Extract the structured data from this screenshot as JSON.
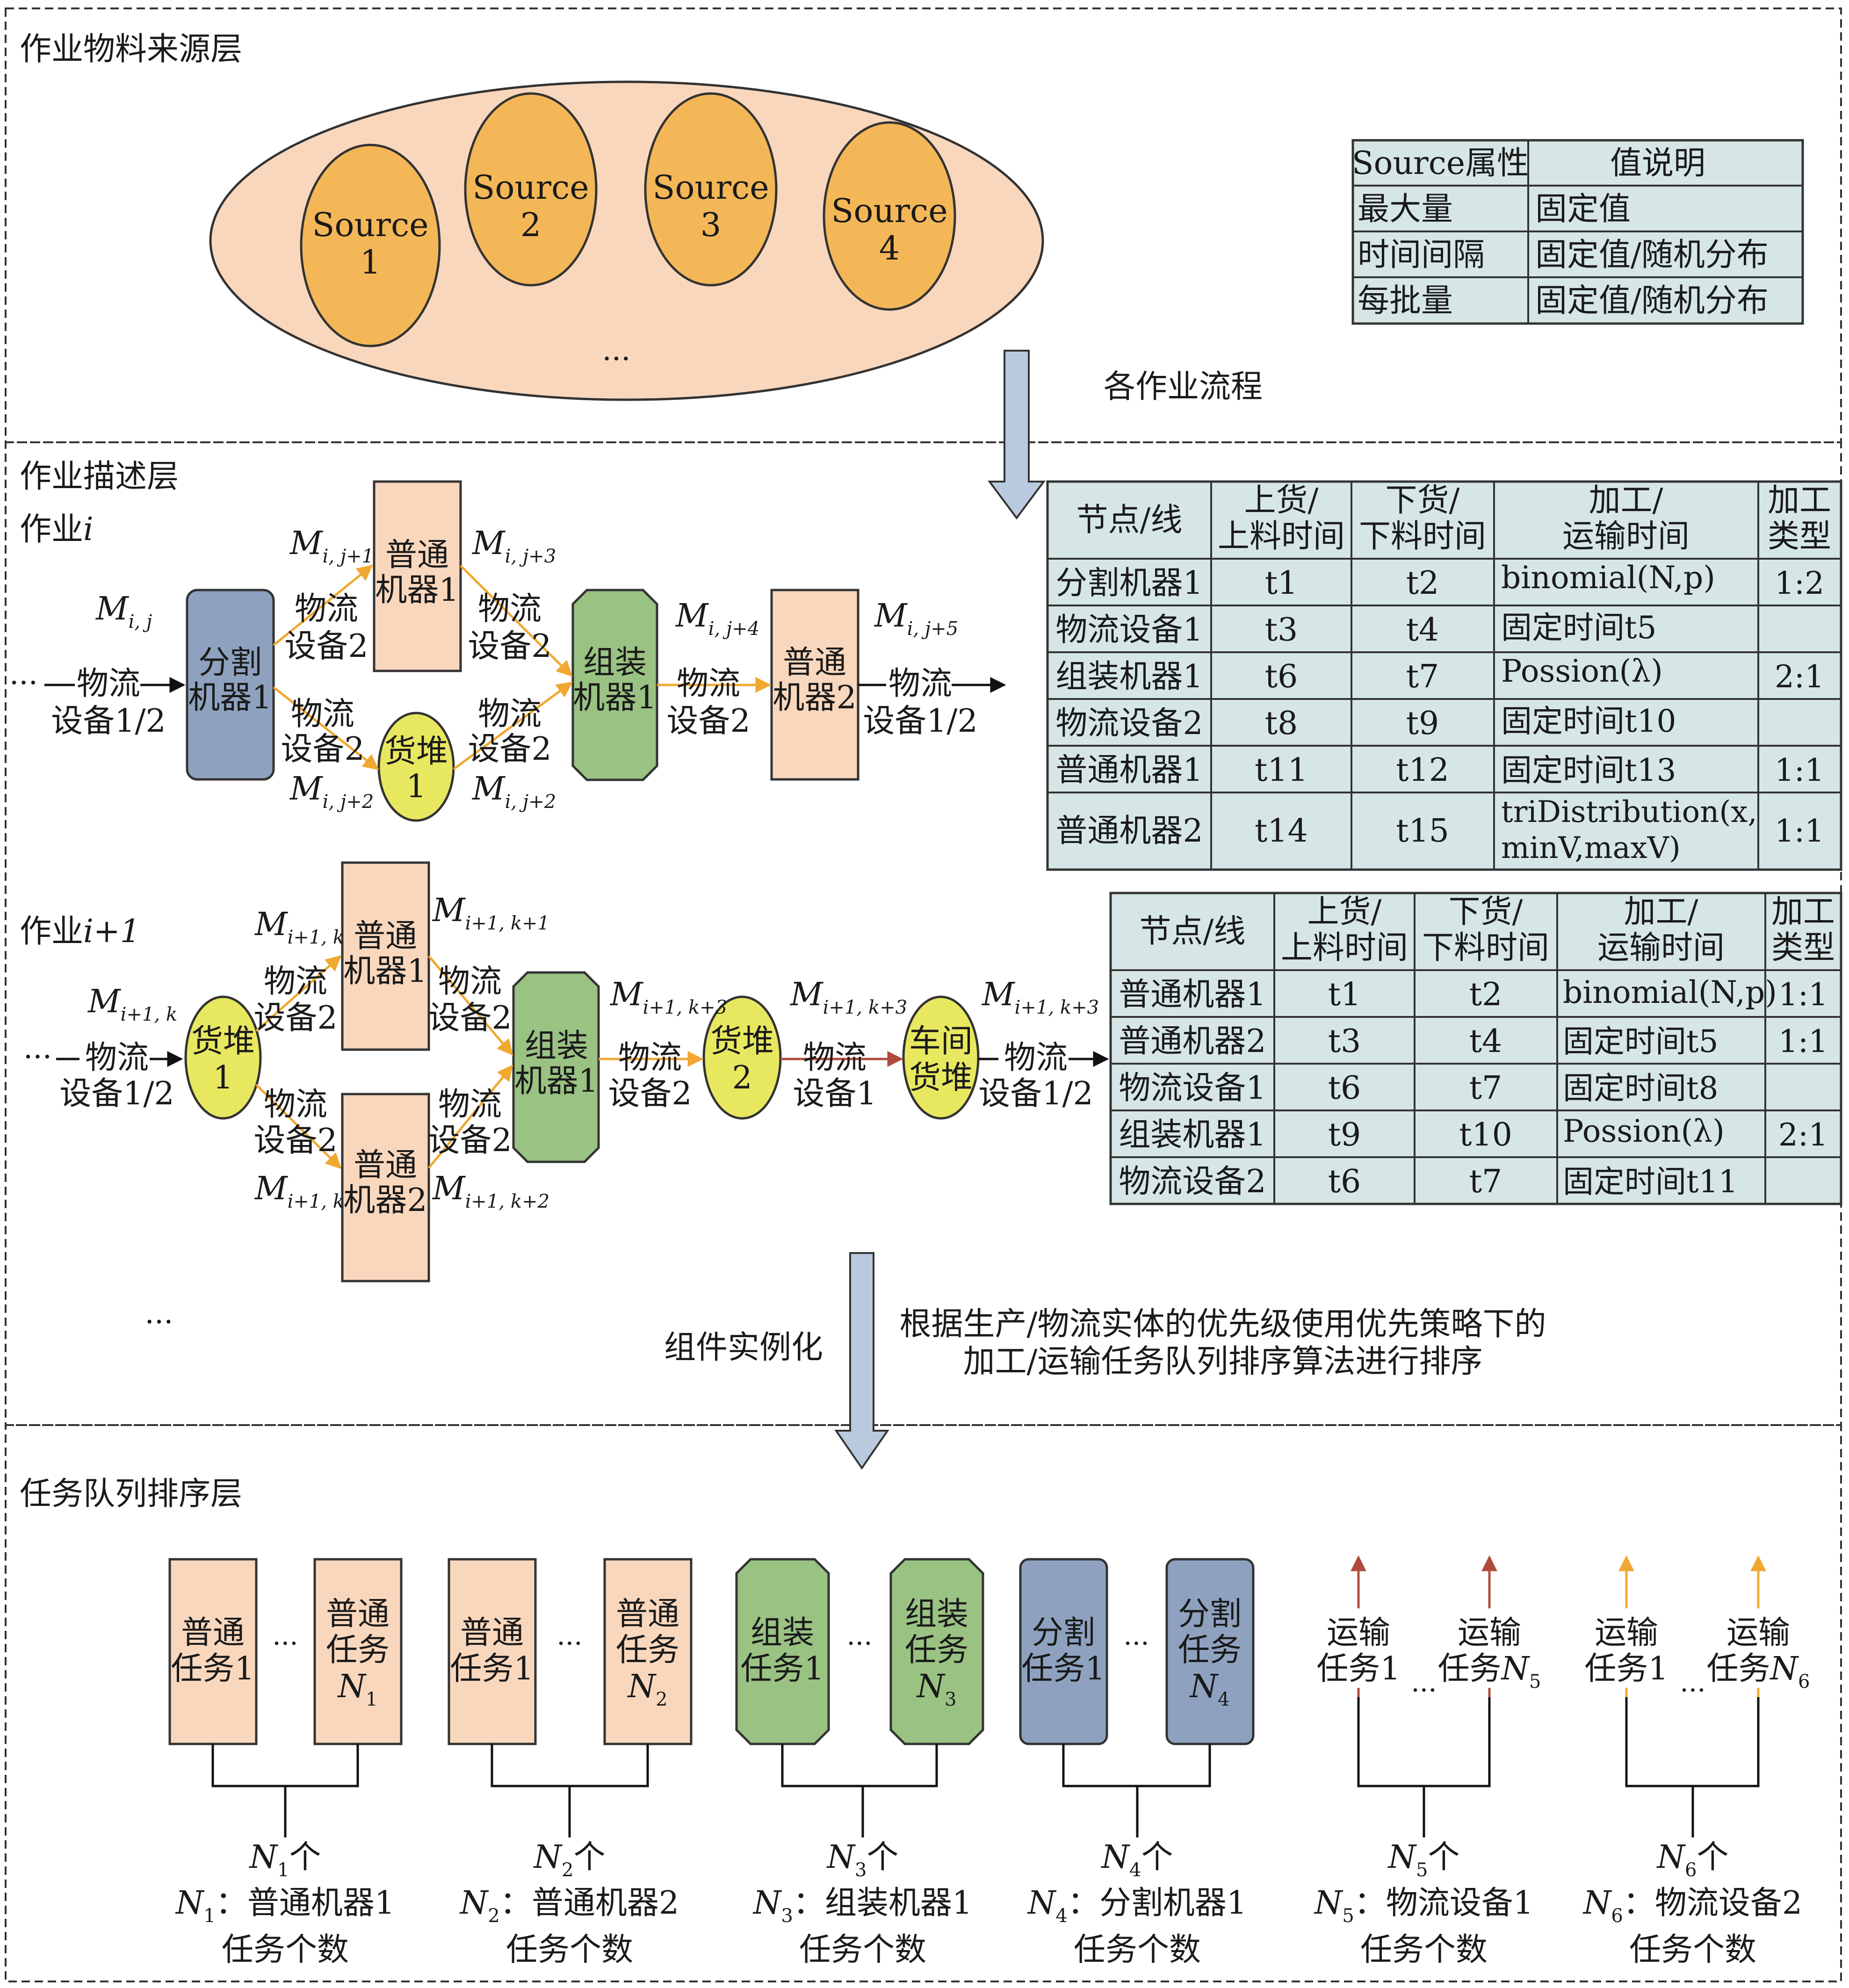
{
  "layers": {
    "source_layer": {
      "title": "作业物料来源层"
    },
    "job_layer": {
      "title": "作业描述层"
    },
    "queue_layer": {
      "title": "任务队列排序层"
    }
  },
  "sources": [
    {
      "label": "Source",
      "num": "1"
    },
    {
      "label": "Source",
      "num": "2"
    },
    {
      "label": "Source",
      "num": "3"
    },
    {
      "label": "Source",
      "num": "4"
    }
  ],
  "sources_more": "...",
  "source_table": {
    "headers": [
      "Source属性",
      "值说明"
    ],
    "rows": [
      [
        "最大量",
        "固定值"
      ],
      [
        "时间间隔",
        "固定值/随机分布"
      ],
      [
        "每批量",
        "固定值/随机分布"
      ]
    ]
  },
  "arrows": {
    "to_job_layer": "各作业流程",
    "to_queue_layer": "组件实例化",
    "sorting_note_line1": "根据生产/物流实体的优先级使用优先策略下的",
    "sorting_note_line2": "加工/运输任务队列排序算法进行排序"
  },
  "job_i": {
    "title": "作业",
    "title_var": "i",
    "in_dots": "···",
    "in_label": [
      "物流",
      "设备1/2"
    ],
    "out_label": [
      "物流",
      "设备1/2"
    ],
    "nodes": {
      "split": [
        "分割",
        "机器1"
      ],
      "normal1": [
        "普通",
        "机器1"
      ],
      "pile1": [
        "货堆",
        "1"
      ],
      "assemble": [
        "组装",
        "机器1"
      ],
      "normal2": [
        "普通",
        "机器2"
      ]
    },
    "edge_label": [
      "物流",
      "设备2"
    ],
    "materials": {
      "m_in": {
        "var": "M",
        "sub": "i, j"
      },
      "m_up": {
        "var": "M",
        "sub": "i, j+1"
      },
      "m_up2": {
        "var": "M",
        "sub": "i, j+3"
      },
      "m_low": {
        "var": "M",
        "sub": "i, j+2"
      },
      "m_low2": {
        "var": "M",
        "sub": "i, j+2"
      },
      "m_mid": {
        "var": "M",
        "sub": "i, j+4"
      },
      "m_out": {
        "var": "M",
        "sub": "i, j+5"
      }
    }
  },
  "job_i1": {
    "title": "作业",
    "title_var": "i+1",
    "in_dots": "···",
    "in_label": [
      "物流",
      "设备1/2"
    ],
    "out_label": [
      "物流",
      "设备1/2"
    ],
    "nodes": {
      "pile1": [
        "货堆",
        "1"
      ],
      "normal1": [
        "普通",
        "机器1"
      ],
      "normal2": [
        "普通",
        "机器2"
      ],
      "assemble": [
        "组装",
        "机器1"
      ],
      "pile2": [
        "货堆",
        "2"
      ],
      "workshop": [
        "车间",
        "货堆"
      ]
    },
    "edge_label": [
      "物流",
      "设备2"
    ],
    "edge_label_dev1": [
      "物流",
      "设备1"
    ],
    "materials": {
      "m_in": {
        "var": "M",
        "sub": "i+1, k"
      },
      "m_up": {
        "var": "M",
        "sub": "i+1, k"
      },
      "m_up2": {
        "var": "M",
        "sub": "i+1, k+1"
      },
      "m_low": {
        "var": "M",
        "sub": "i+1, k"
      },
      "m_low2": {
        "var": "M",
        "sub": "i+1, k+2"
      },
      "m_a": {
        "var": "M",
        "sub": "i+1, k+3"
      },
      "m_b": {
        "var": "M",
        "sub": "i+1, k+3"
      },
      "m_c": {
        "var": "M",
        "sub": "i+1, k+3"
      }
    }
  },
  "more_jobs": "...",
  "table_i": {
    "headers": [
      [
        "节点/线"
      ],
      [
        "上货/",
        "上料时间"
      ],
      [
        "下货/",
        "下料时间"
      ],
      [
        "加工/",
        "运输时间"
      ],
      [
        "加工",
        "类型"
      ]
    ],
    "rows": [
      [
        [
          "分割机器1"
        ],
        [
          "t1"
        ],
        [
          "t2"
        ],
        [
          "binomial(N,p)"
        ],
        [
          "1:2"
        ]
      ],
      [
        [
          "物流设备1"
        ],
        [
          "t3"
        ],
        [
          "t4"
        ],
        [
          "固定时间t5"
        ],
        [
          ""
        ]
      ],
      [
        [
          "组装机器1"
        ],
        [
          "t6"
        ],
        [
          "t7"
        ],
        [
          "Possion(λ)"
        ],
        [
          "2:1"
        ]
      ],
      [
        [
          "物流设备2"
        ],
        [
          "t8"
        ],
        [
          "t9"
        ],
        [
          "固定时间t10"
        ],
        [
          ""
        ]
      ],
      [
        [
          "普通机器1"
        ],
        [
          "t11"
        ],
        [
          "t12"
        ],
        [
          "固定时间t13"
        ],
        [
          "1:1"
        ]
      ],
      [
        [
          "普通机器2"
        ],
        [
          "t14"
        ],
        [
          "t15"
        ],
        [
          "triDistribution(x,",
          "minV,maxV)"
        ],
        [
          "1:1"
        ]
      ]
    ]
  },
  "table_i1": {
    "headers": [
      [
        "节点/线"
      ],
      [
        "上货/",
        "上料时间"
      ],
      [
        "下货/",
        "下料时间"
      ],
      [
        "加工/",
        "运输时间"
      ],
      [
        "加工",
        "类型"
      ]
    ],
    "rows": [
      [
        [
          "普通机器1"
        ],
        [
          "t1"
        ],
        [
          "t2"
        ],
        [
          "binomial(N,p)"
        ],
        [
          "1:1"
        ]
      ],
      [
        [
          "普通机器2"
        ],
        [
          "t3"
        ],
        [
          "t4"
        ],
        [
          "固定时间t5"
        ],
        [
          "1:1"
        ]
      ],
      [
        [
          "物流设备1"
        ],
        [
          "t6"
        ],
        [
          "t7"
        ],
        [
          "固定时间t8"
        ],
        [
          ""
        ]
      ],
      [
        [
          "组装机器1"
        ],
        [
          "t9"
        ],
        [
          "t10"
        ],
        [
          "Possion(λ)"
        ],
        [
          "2:1"
        ]
      ],
      [
        [
          "物流设备2"
        ],
        [
          "t6"
        ],
        [
          "t7"
        ],
        [
          "固定时间t11"
        ],
        [
          ""
        ]
      ]
    ]
  },
  "queues": [
    {
      "kind": "normal",
      "first": [
        "普通",
        "任务1"
      ],
      "last": [
        "普通",
        "任务"
      ],
      "last_var": "N",
      "last_sub": "1",
      "dots": "···",
      "count_var": "N",
      "count_sub": "1",
      "count_suffix": "个",
      "desc_prefix": "：",
      "desc": "普通机器1",
      "desc2": "任务个数"
    },
    {
      "kind": "normal",
      "first": [
        "普通",
        "任务1"
      ],
      "last": [
        "普通",
        "任务"
      ],
      "last_var": "N",
      "last_sub": "2",
      "dots": "···",
      "count_var": "N",
      "count_sub": "2",
      "count_suffix": "个",
      "desc_prefix": "：",
      "desc": "普通机器2",
      "desc2": "任务个数"
    },
    {
      "kind": "assemble",
      "first": [
        "组装",
        "任务1"
      ],
      "last": [
        "组装",
        "任务"
      ],
      "last_var": "N",
      "last_sub": "3",
      "dots": "···",
      "count_var": "N",
      "count_sub": "3",
      "count_suffix": "个",
      "desc_prefix": "：",
      "desc": "组装机器1",
      "desc2": "任务个数"
    },
    {
      "kind": "split",
      "first": [
        "分割",
        "任务1"
      ],
      "last": [
        "分割",
        "任务"
      ],
      "last_var": "N",
      "last_sub": "4",
      "dots": "···",
      "count_var": "N",
      "count_sub": "4",
      "count_suffix": "个",
      "desc_prefix": "：",
      "desc": "分割机器1",
      "desc2": "任务个数"
    },
    {
      "kind": "transport-red",
      "first": [
        "运输",
        "任务1"
      ],
      "last": [
        "运输",
        "任务"
      ],
      "last_var": "N",
      "last_sub": "5",
      "dots": "···",
      "count_var": "N",
      "count_sub": "5",
      "count_suffix": "个",
      "desc_prefix": "：",
      "desc": "物流设备1",
      "desc2": "任务个数"
    },
    {
      "kind": "transport-yellow",
      "first": [
        "运输",
        "任务1"
      ],
      "last": [
        "运输",
        "任务"
      ],
      "last_var": "N",
      "last_sub": "6",
      "dots": "···",
      "count_var": "N",
      "count_sub": "6",
      "count_suffix": "个",
      "desc_prefix": "：",
      "desc": "物流设备2",
      "desc2": "任务个数"
    }
  ],
  "colors": {
    "border": "#333333",
    "source_fill": "#f4b757",
    "source_ellipse": "#f9d7bd",
    "normal_machine": "#f9d7bd",
    "split_machine": "#8ea2bf",
    "assemble_machine": "#9ac283",
    "pile": "#e8e860",
    "table_fill": "#d6e6e6",
    "arrow_fill": "#b9cade",
    "orange_arrow": "#f0a830",
    "red_arrow": "#b04a3c"
  }
}
